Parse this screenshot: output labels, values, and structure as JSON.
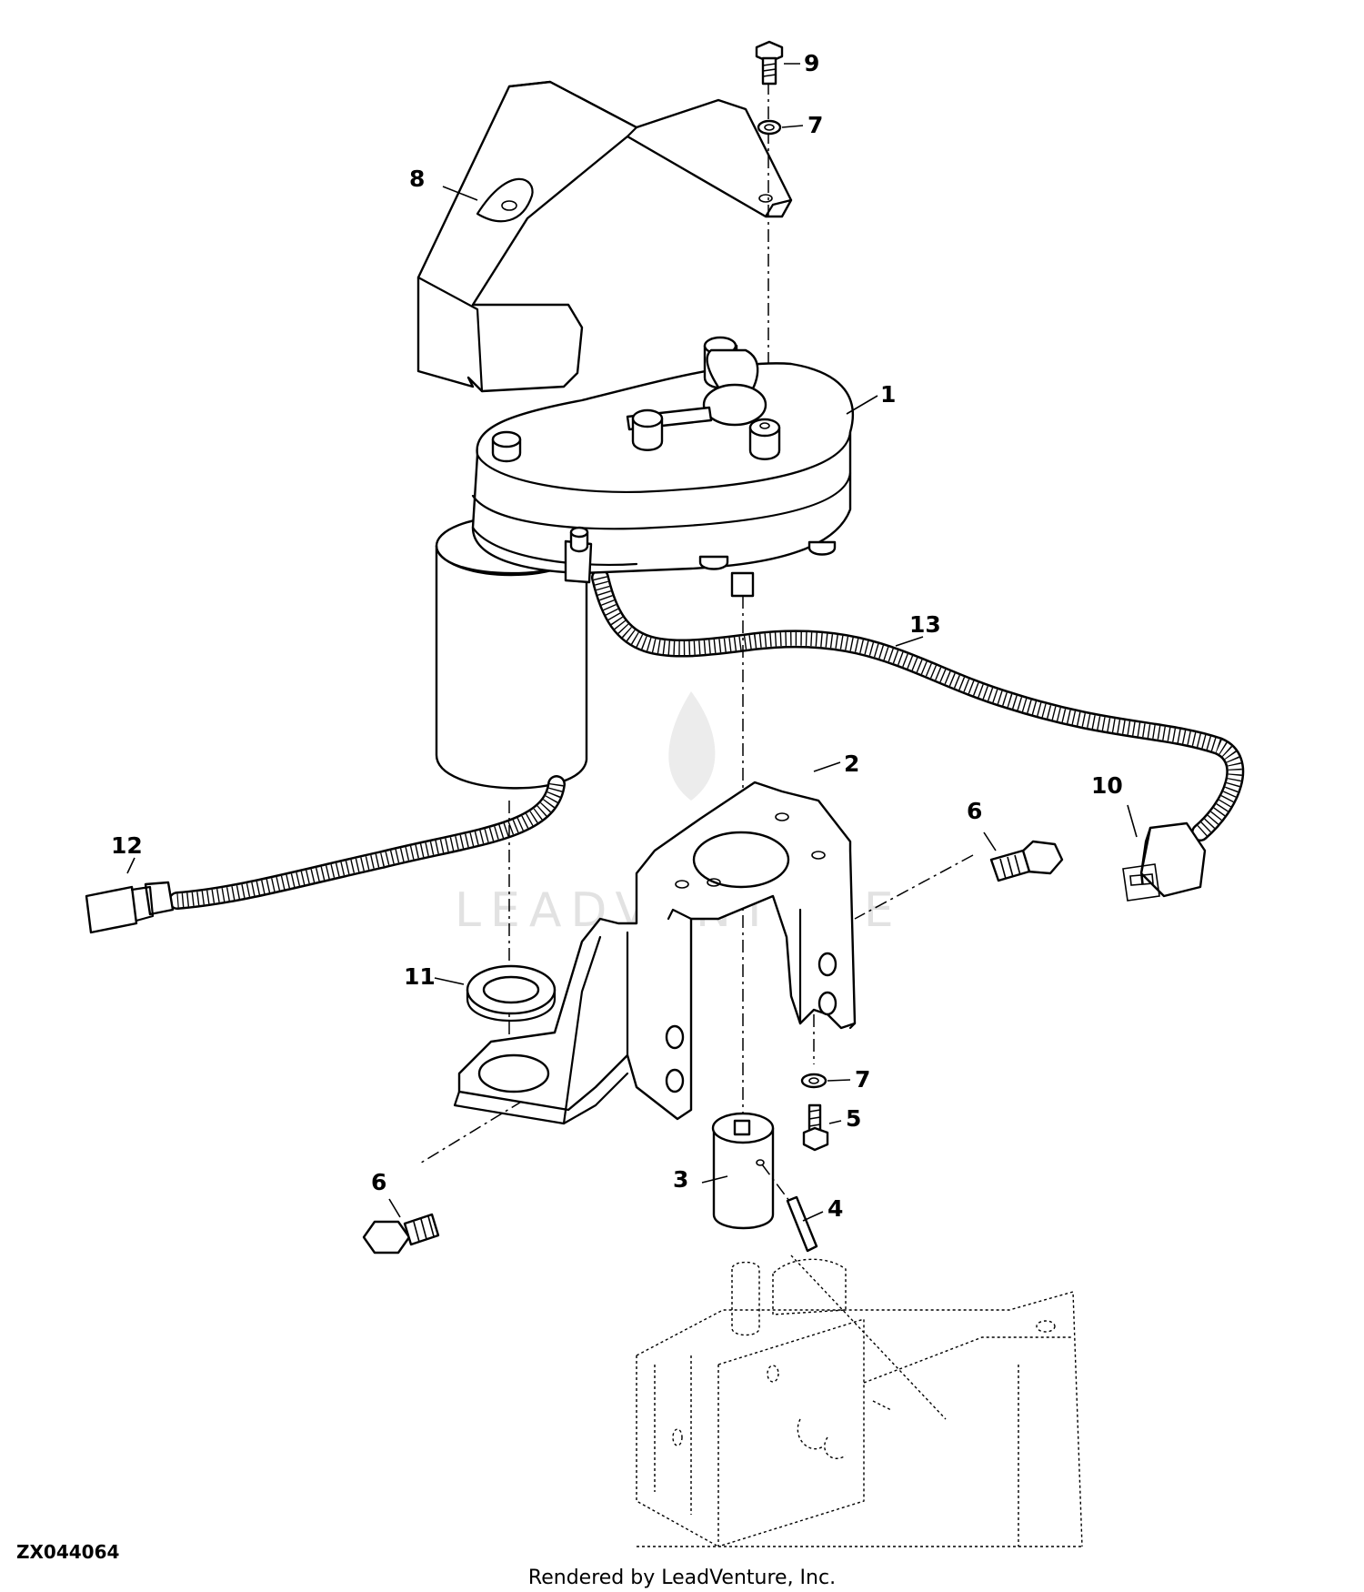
{
  "diagram": {
    "id_label": "ZX044064",
    "credit": "Rendered by LeadVenture, Inc.",
    "watermark": "LEADVENTURE",
    "callouts": [
      "1",
      "2",
      "3",
      "4",
      "5",
      "6",
      "6",
      "7",
      "7",
      "8",
      "9",
      "10",
      "11",
      "12",
      "13"
    ]
  }
}
